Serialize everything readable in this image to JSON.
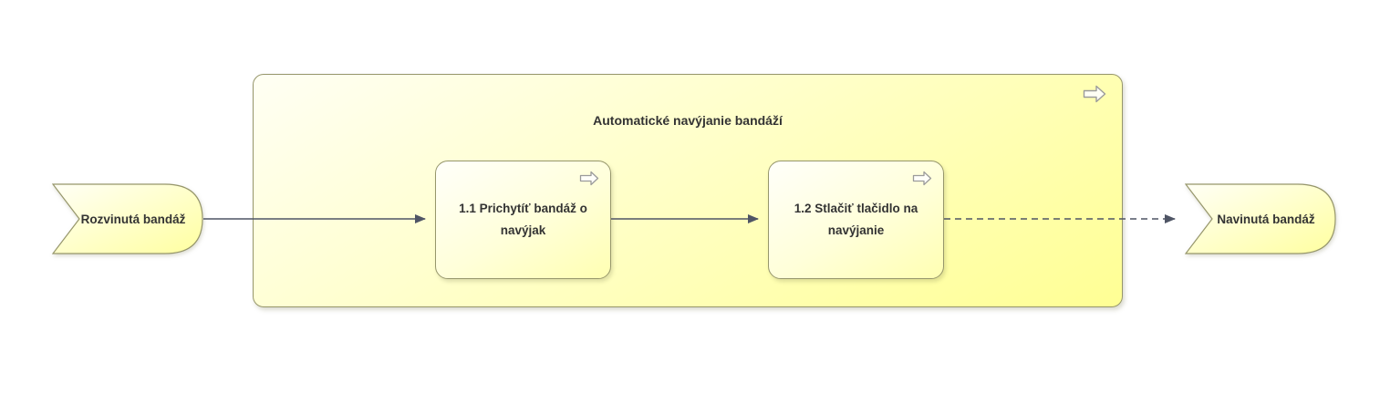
{
  "diagram": {
    "container": {
      "label": "Automatické navýjanie bandáží",
      "type": "business-process-group"
    },
    "events": [
      {
        "label": "Rozvinutá bandáž",
        "role": "start"
      },
      {
        "label": "Navinutá bandáž",
        "role": "end"
      }
    ],
    "processes": [
      {
        "label": "1.1 Prichytíť bandáž o navýjak"
      },
      {
        "label": "1.2 Stlačiť tlačidlo na navýjanie"
      }
    ],
    "connections": [
      {
        "from": "Rozvinutá bandáž",
        "to": "1.1 Prichytíť bandáž o navýjak",
        "style": "solid"
      },
      {
        "from": "1.1 Prichytíť bandáž o navýjak",
        "to": "1.2 Stlačiť tlačidlo na navýjanie",
        "style": "solid"
      },
      {
        "from": "1.2 Stlačiť tlačidlo na navýjanie",
        "to": "Navinutá bandáž",
        "style": "dashed"
      }
    ],
    "icons": {
      "process_badge": "outline-right-arrow"
    },
    "colors": {
      "shape_fill_light": "#fffff4",
      "shape_fill_yellow": "#ffff94",
      "shape_border": "#96966b",
      "connector": "#4f5565",
      "text": "#333333",
      "background": "#ffffff"
    }
  }
}
